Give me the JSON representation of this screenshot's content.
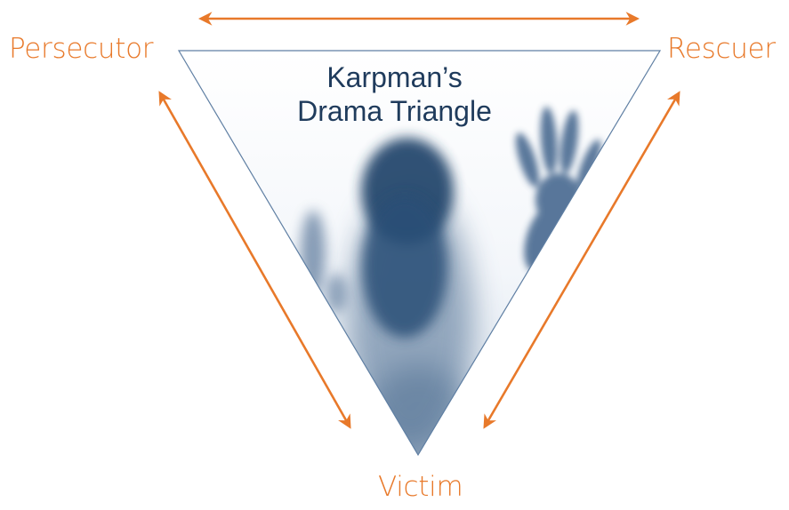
{
  "diagram": {
    "title_line1": "Karpman’s",
    "title_line2": "Drama Triangle",
    "roles": {
      "persecutor": "Persecutor",
      "rescuer": "Rescuer",
      "victim": "Victim"
    },
    "colors": {
      "arrow": "#e8792a",
      "label": "#e8792a",
      "title": "#1f3b5c",
      "triangle_edge": "#5f7fa3",
      "shadow_figure": "#27496e"
    },
    "background_image": "blurred shadow figure with raised hands"
  }
}
